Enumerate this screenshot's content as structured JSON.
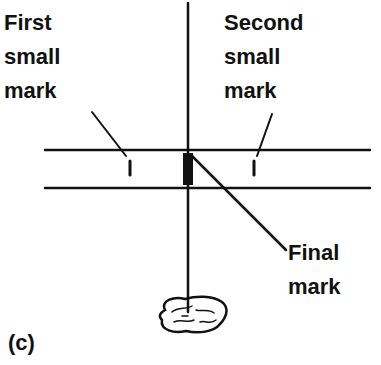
{
  "diagram": {
    "labels": [
      "First small mark",
      "Second small mark",
      "Final mark",
      "(c)"
    ]
  }
}
